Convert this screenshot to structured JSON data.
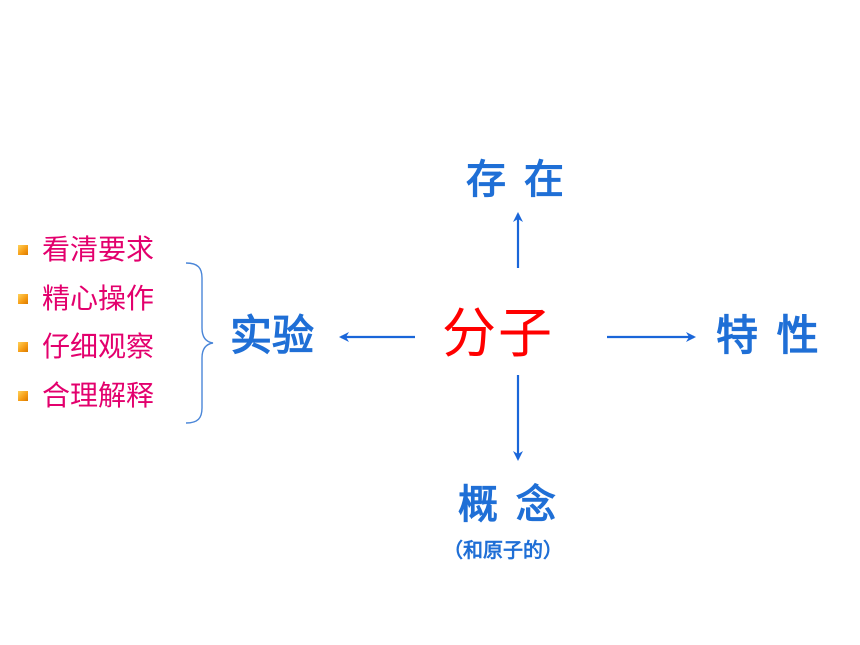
{
  "diagram": {
    "center": {
      "label": "分子"
    },
    "top": {
      "label": "存 在"
    },
    "bottom": {
      "label": "概 念",
      "note": "（和原子的）"
    },
    "left": {
      "label": "实验"
    },
    "right": {
      "label": "特 性"
    }
  },
  "checklist": {
    "items": [
      "看清要求",
      "精心操作",
      "仔细观察",
      "合理解释"
    ],
    "bullet_icon": "orange-square-bullet"
  },
  "colors": {
    "node_text": "#1f6fd6",
    "center_text": "#ff0000",
    "checklist_text": "#e3006d",
    "arrow": "#1a66d9",
    "bullet": "#f59a12"
  }
}
